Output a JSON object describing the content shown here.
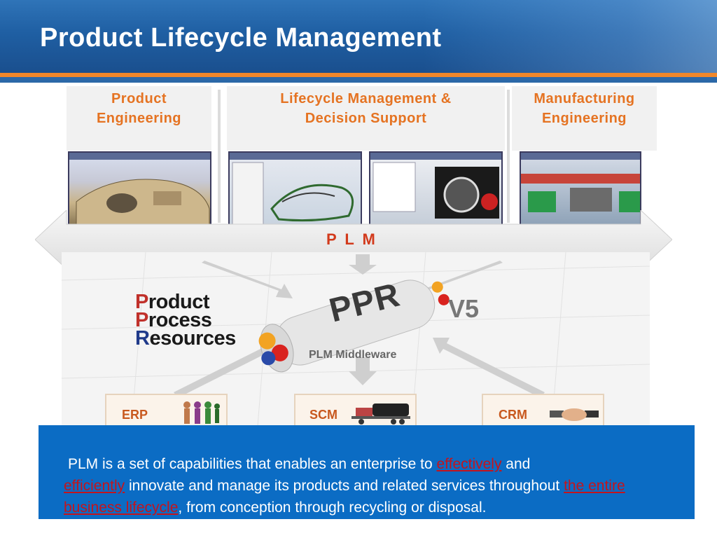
{
  "slide": {
    "title": "Product Lifecycle Management"
  },
  "columns": [
    {
      "title_line1": "Product",
      "title_line2": "Engineering"
    },
    {
      "title_line1": "Lifecycle Management &",
      "title_line2": "Decision Support"
    },
    {
      "title_line1": "Manufacturing",
      "title_line2": "Engineering"
    }
  ],
  "plm_bar": {
    "label": "P L M"
  },
  "ppr": {
    "line1_first": "P",
    "line1_rest": "roduct",
    "line2_first": "P",
    "line2_rest": "rocess",
    "line3_first": "R",
    "line3_rest": "esources",
    "cable_label": "PPR",
    "version": "V5",
    "middleware": "PLM Middleware"
  },
  "systems": [
    {
      "label": "ERP"
    },
    {
      "label": "SCM"
    },
    {
      "label": "CRM"
    }
  ],
  "definition": {
    "part1": "PLM is a set of capabilities that enables an enterprise to ",
    "highlight1": "effectively",
    "part2": " and ",
    "highlight2": "efficiently",
    "part3": " innovate and manage its products and related services throughout ",
    "highlight3": "the entire business lifecycle",
    "part4": ", from conception through recycling or disposal."
  },
  "colors": {
    "header_blue": "#1f5fa3",
    "accent_orange": "#f0872a",
    "column_title": "#e57322",
    "panel_blue": "#0b6cc4",
    "highlight_red": "#c4141c"
  }
}
